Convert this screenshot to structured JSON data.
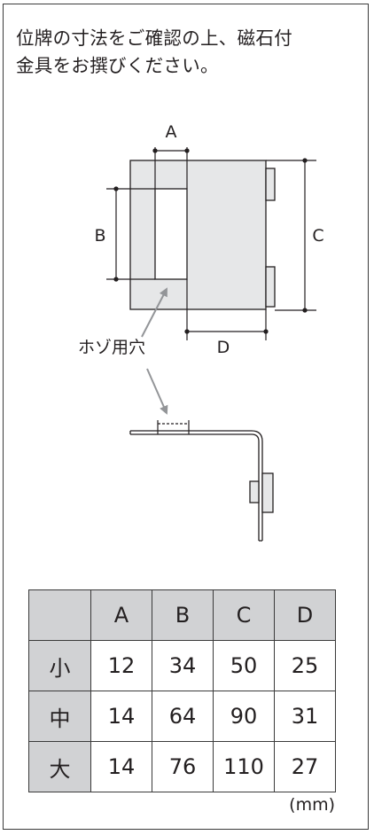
{
  "intro": {
    "line1": "位牌の寸法をご確認の上、磁石付",
    "line2": "金具をお撰びください。"
  },
  "diagram": {
    "label_a": "A",
    "label_b": "B",
    "label_c": "C",
    "label_d": "D",
    "mortise_label": "ホゾ用穴"
  },
  "table": {
    "columns": [
      "A",
      "B",
      "C",
      "D"
    ],
    "rows": [
      {
        "size": "小",
        "values": [
          "12",
          "34",
          "50",
          "25"
        ]
      },
      {
        "size": "中",
        "values": [
          "14",
          "64",
          "90",
          "31"
        ]
      },
      {
        "size": "大",
        "values": [
          "14",
          "76",
          "110",
          "27"
        ]
      }
    ],
    "unit": "(mm)"
  },
  "colors": {
    "header_fill": "#d1d2d4",
    "plate_fill": "#e6e7e8",
    "line": "#231f20",
    "arrow": "#939598"
  }
}
